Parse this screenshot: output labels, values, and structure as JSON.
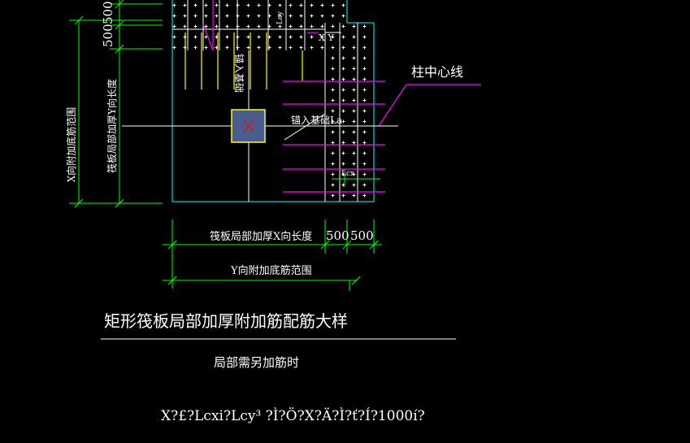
{
  "dimensions": {
    "top_500_a": "500",
    "top_500_b": "500",
    "bottom_500_a": "500",
    "bottom_500_b": "500"
  },
  "labels": {
    "x_extra_range": "X向附加底筋范围",
    "y_local_length": "筏板局部加厚Y向长度",
    "x_local_length": "筏板局部加厚X向长度",
    "y_extra_range": "Y向附加底筋范围",
    "anchor_vertical": "锚入基础",
    "anchor_horizontal": "锚入基础La",
    "column_center_line": "柱中心线",
    "lcy": "Lcy",
    "lcx": "Lcx",
    "xy_mark": "X Y"
  },
  "title": {
    "main": "矩形筏板局部加厚附加筋配筋大样",
    "sub": "局部需另加筋时"
  },
  "garbled_line": "X?£?Lcxi?Lcy³ ?Ì?Ö?X?Ä?Ì?ť?Í?1000í?",
  "colors": {
    "green": "#00ff00",
    "white": "#ffffff",
    "yellow": "#ffff00",
    "magenta": "#ff00ff",
    "cyan": "#00ffff",
    "column_fill": "#4a5d8f",
    "red": "#ff0000"
  }
}
